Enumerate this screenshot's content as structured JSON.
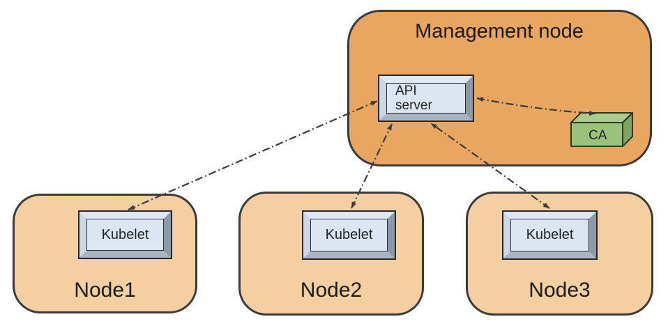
{
  "diagram": {
    "management_node": {
      "label": "Management node",
      "components": {
        "api_server": {
          "label": "API server"
        },
        "ca": {
          "label": "CA"
        }
      }
    },
    "worker_nodes": [
      {
        "label": "Node1",
        "component_label": "Kubelet"
      },
      {
        "label": "Node2",
        "component_label": "Kubelet"
      },
      {
        "label": "Node3",
        "component_label": "Kubelet"
      }
    ],
    "connections": [
      {
        "from": "api-server",
        "to": "kubelet-node1",
        "style": "dash-dot",
        "bidirectional": true
      },
      {
        "from": "api-server",
        "to": "kubelet-node2",
        "style": "dash-dot",
        "bidirectional": true
      },
      {
        "from": "api-server",
        "to": "kubelet-node3",
        "style": "dash-dot",
        "bidirectional": true
      },
      {
        "from": "api-server",
        "to": "ca",
        "style": "dash-dot",
        "bidirectional": true
      }
    ],
    "colors": {
      "management_fill": "#e8a661",
      "worker_fill": "#f3cfa1",
      "box_border": "#3a3a3a",
      "bevel_face": "#dce6f2",
      "ca_front": "#9bc27c",
      "ca_top": "#adcb8e",
      "ca_side": "#81a464",
      "arrow": "#3b3b3b"
    }
  }
}
